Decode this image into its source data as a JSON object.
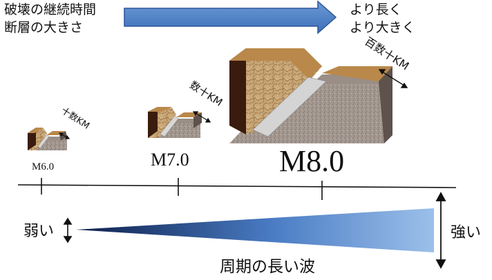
{
  "header": {
    "left_line1": "破壊の継続時間",
    "left_line2": "断層の大きさ",
    "right_line1": "より長く",
    "right_line2": "より大きく"
  },
  "magnitudes": [
    {
      "label": "M6.0",
      "length_label": "十数KM"
    },
    {
      "label": "M7.0",
      "length_label": "数十KM"
    },
    {
      "label": "M8.0",
      "length_label": "百数十KM"
    }
  ],
  "bottom": {
    "weak_label": "弱い",
    "strong_label": "強い",
    "wave_label": "周期の長い波"
  },
  "colors": {
    "arrow_fill": "#4a7cc4",
    "wedge_dark": "#0d1f4a",
    "wedge_light": "#8fb6e6",
    "rock_top": "#b9884a",
    "rock_face": "#c4a06e",
    "rock_dark": "#3a1c0e",
    "ground": "#9a8e86"
  }
}
